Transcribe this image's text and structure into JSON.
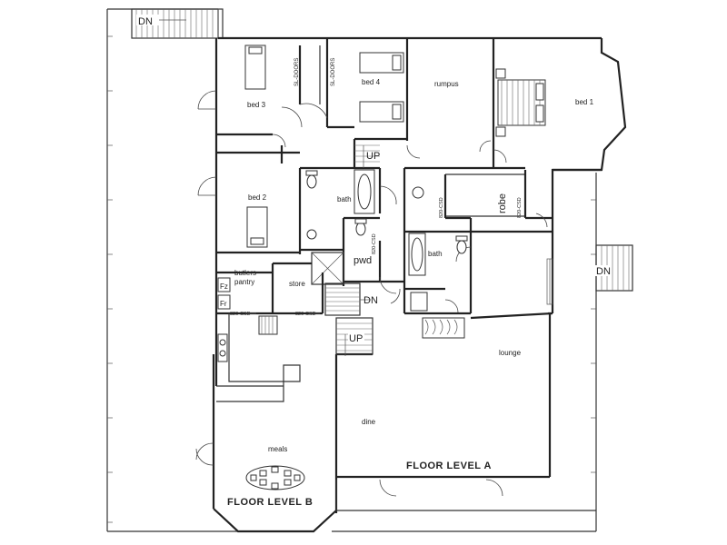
{
  "rooms": {
    "bed3": "bed 3",
    "bed4": "bed 4",
    "rumpus": "rumpus",
    "bed1": "bed 1",
    "bed2": "bed 2",
    "bath_upper": "bath",
    "bath_right": "bath",
    "robe": "robe",
    "pwd": "pwd",
    "butlers_pantry_line1": "butlers",
    "butlers_pantry_line2": "pantry",
    "store": "store",
    "lounge": "lounge",
    "dine": "dine",
    "meals": "meals"
  },
  "fixtures": {
    "fridge_fz": "Fz",
    "fridge_fr": "Fr"
  },
  "doors": {
    "sl_doors_left": "SL-DOORS",
    "sl_doors_right": "SL-DOORS",
    "csd_pantry": "820-CSD",
    "csd_store": "820-CSD",
    "csd_pwd": "820-CSD",
    "csd_bath_right": "820-CSD",
    "csd_robe": "820-CSD"
  },
  "stairs": {
    "dn_top": "DN",
    "dn_right": "DN",
    "dn_center": "DN",
    "up_upper": "UP",
    "up_lower": "UP"
  },
  "levels": {
    "level_a": "FLOOR LEVEL A",
    "level_b": "FLOOR LEVEL B"
  }
}
